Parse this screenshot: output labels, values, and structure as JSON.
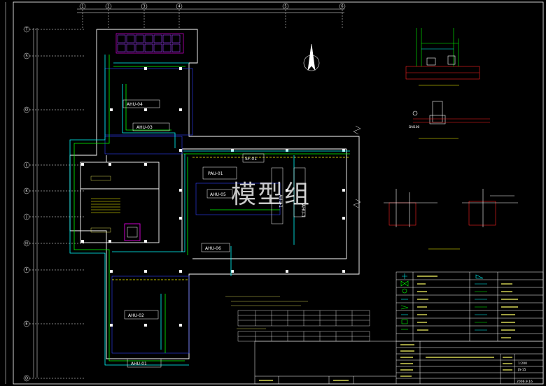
{
  "drawing": {
    "units": {
      "ahu_04": "AHU-04",
      "ahu_03": "AHU-03",
      "pau_01": "PAU-01",
      "ahu_05": "AHU-05",
      "sf_01": "SF-01",
      "ahu_06": "AHU-06",
      "ahu_02": "AHU-02",
      "ahu_01": "AHU-01",
      "ahu_v1": "AHU-1",
      "ahu_v2": "AHU-1"
    },
    "pipe_size": "DN100",
    "watermark": "模型组"
  },
  "title_block": {
    "scale": "1:200",
    "sheet_no": "JS-15",
    "date": "2006.9.16"
  },
  "legend": {
    "rows": 9
  },
  "colors": {
    "background": "#000000",
    "pipe_cyan": "#00ffff",
    "pipe_green": "#00ff00",
    "wall_white": "#ffffff",
    "text_yellow": "#ffff00",
    "detail_red": "#ff2020",
    "accent_magenta": "#ff00ff"
  }
}
